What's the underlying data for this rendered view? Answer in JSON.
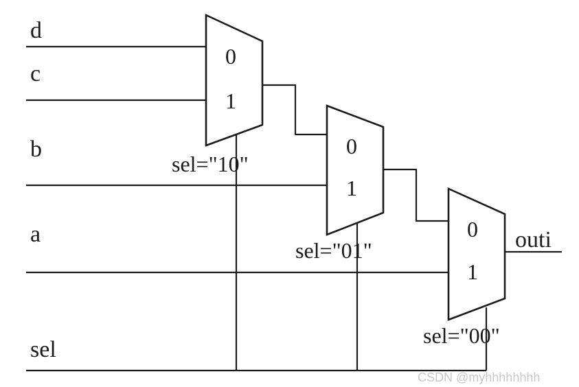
{
  "inputs": {
    "d": "d",
    "c": "c",
    "b": "b",
    "a": "a",
    "sel": "sel"
  },
  "output": "outi",
  "muxes": [
    {
      "port0": "0",
      "port1": "1",
      "sel_label": "sel=\"10\""
    },
    {
      "port0": "0",
      "port1": "1",
      "sel_label": "sel=\"01\""
    },
    {
      "port0": "0",
      "port1": "1",
      "sel_label": "sel=\"00\""
    }
  ],
  "watermark": "CSDN @myhhhhhhhh"
}
